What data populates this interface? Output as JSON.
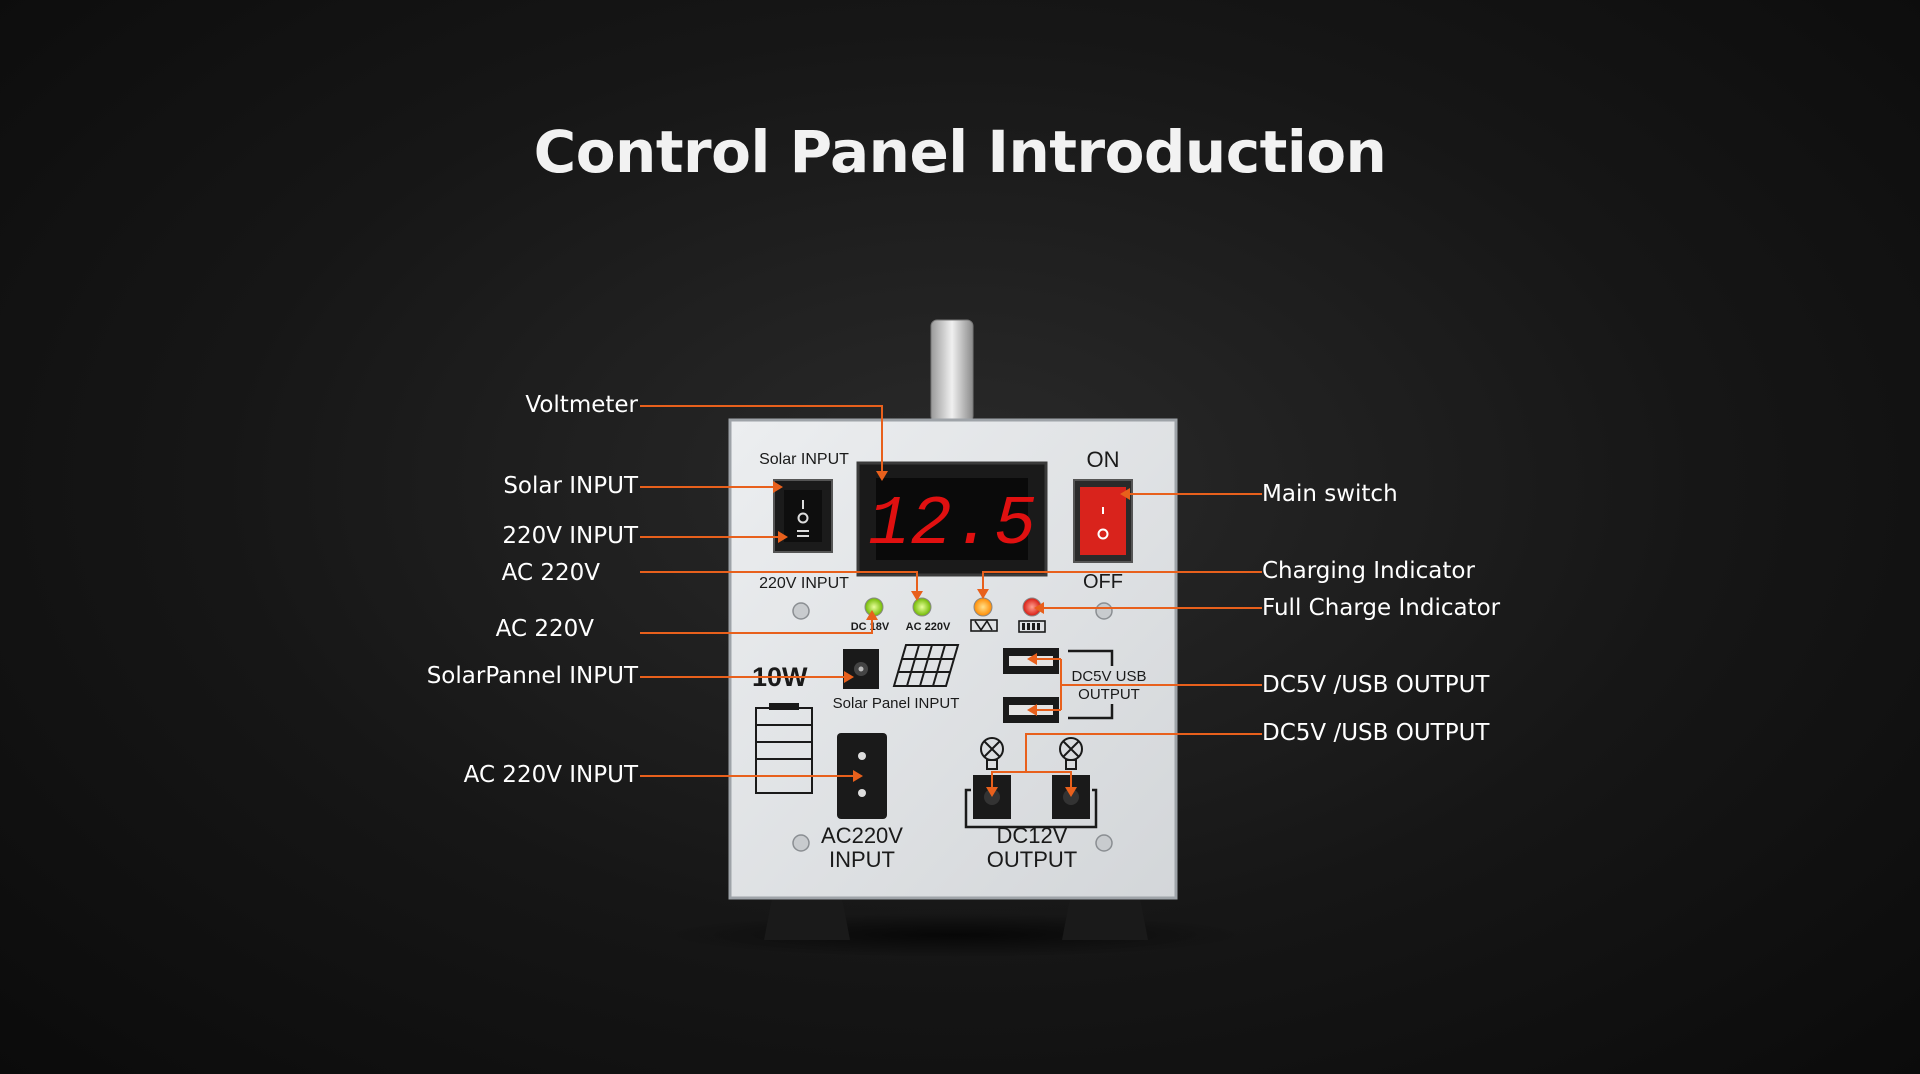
{
  "title": "Control Panel Introduction",
  "callouts": {
    "voltmeter": "Voltmeter",
    "solar_input": "Solar INPUT",
    "input_220v": "220V INPUT",
    "ac220v_a": "AC 220V",
    "ac220v_b": "AC 220V",
    "solarpannel_input": "SolarPannel INPUT",
    "ac220v_input": "AC 220V INPUT",
    "main_switch": "Main switch",
    "charging_indicator": "Charging Indicator",
    "full_charge_indicator": "Full Charge Indicator",
    "usb_output_a": "DC5V /USB OUTPUT",
    "usb_output_b": "DC5V /USB OUTPUT"
  },
  "panel": {
    "solar_input_label": "Solar INPUT",
    "input_220v_label": "220V INPUT",
    "display_value": "12.5",
    "on_label": "ON",
    "off_label": "OFF",
    "dc18v_label": "DC 18V",
    "ac220v_led_label": "AC 220V",
    "wattage": "10W",
    "solar_panel_input_label": "Solar Panel INPUT",
    "usb_label_line1": "DC5V  USB",
    "usb_label_line2": "OUTPUT",
    "ac220v_input_line1": "AC220V",
    "ac220v_input_line2": "INPUT",
    "dc12v_line1": "DC12V",
    "dc12v_line2": "OUTPUT"
  },
  "colors": {
    "accent_line": "#e8601c",
    "led_green": "#8fd400",
    "led_orange": "#ff9a00",
    "led_red": "#e8241a",
    "display_digits": "#e01010",
    "main_switch": "#d9231c"
  }
}
